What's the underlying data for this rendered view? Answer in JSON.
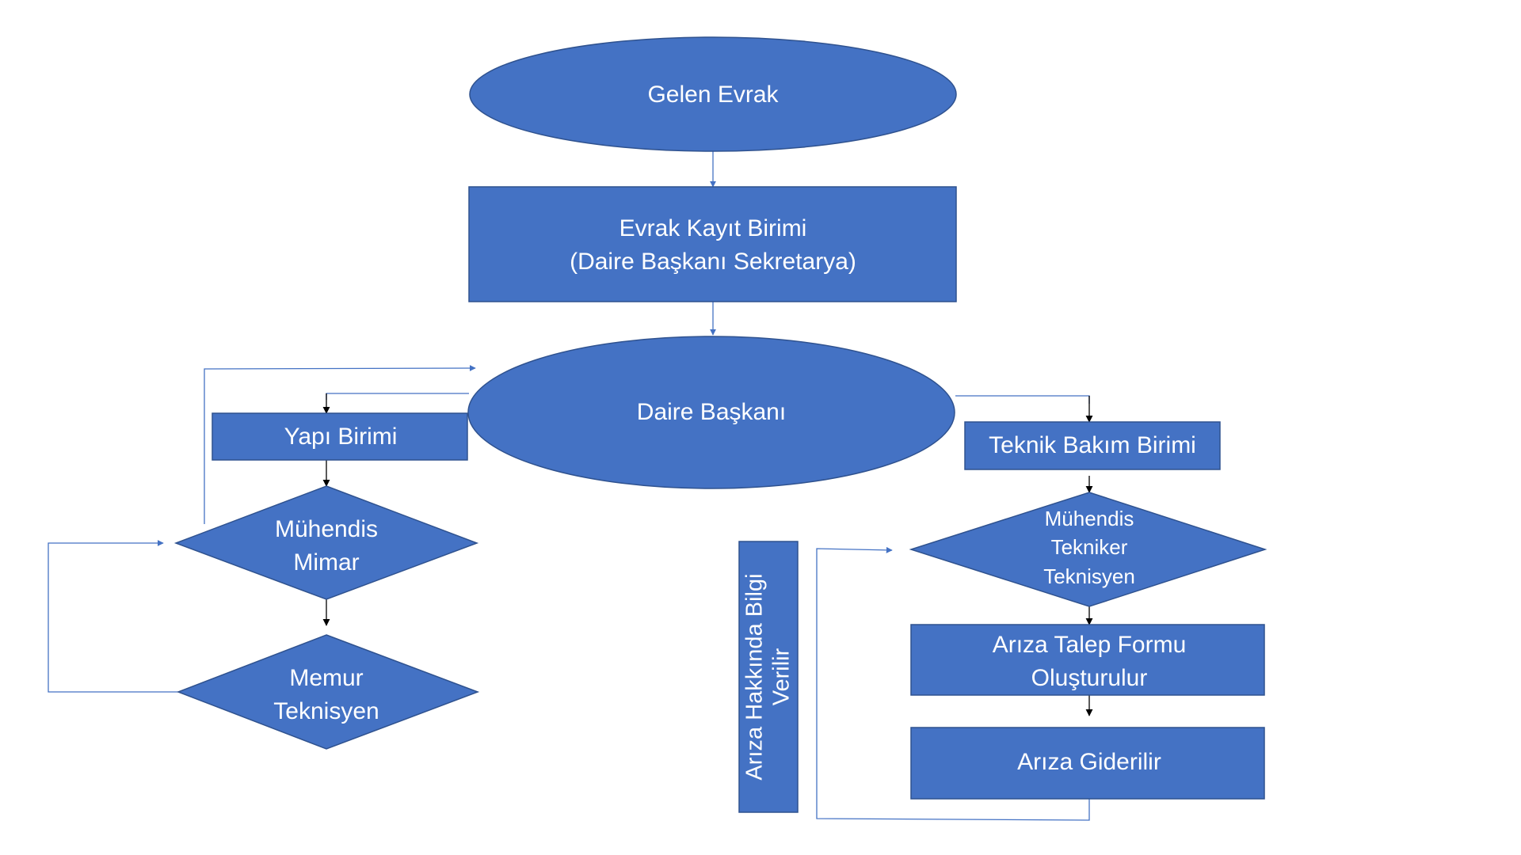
{
  "diagram": {
    "type": "flowchart",
    "colors": {
      "node_fill": "#4472c4",
      "node_border": "#2f528f",
      "label_text": "#ffffff",
      "connector_blue": "#4472c4",
      "connector_black": "#000000"
    },
    "nodes": {
      "gelen_evrak": {
        "shape": "ellipse",
        "lines": [
          "Gelen Evrak"
        ]
      },
      "evrak_kayit": {
        "shape": "rectangle",
        "lines": [
          "Evrak Kayıt Birimi",
          "(Daire Başkanı Sekretarya)"
        ]
      },
      "daire_baskani": {
        "shape": "ellipse",
        "lines": [
          "Daire Başkanı"
        ]
      },
      "yapi_birimi": {
        "shape": "rectangle",
        "lines": [
          "Yapı Birimi"
        ]
      },
      "muhendis_mimar": {
        "shape": "diamond",
        "lines": [
          "Mühendis",
          "Mimar"
        ]
      },
      "memur_teknisyen": {
        "shape": "diamond",
        "lines": [
          "Memur",
          "Teknisyen"
        ]
      },
      "teknik_bakim": {
        "shape": "rectangle",
        "lines": [
          "Teknik Bakım Birimi"
        ]
      },
      "muhendis_tekniker": {
        "shape": "diamond",
        "lines": [
          "Mühendis",
          "Tekniker",
          "Teknisyen"
        ]
      },
      "ariza_talep": {
        "shape": "rectangle",
        "lines": [
          "Arıza Talep Formu",
          "Oluşturulur"
        ]
      },
      "ariza_giderilir": {
        "shape": "rectangle",
        "lines": [
          "Arıza Giderilir"
        ]
      },
      "ariza_bilgi": {
        "shape": "rectangle-vertical",
        "lines": [
          "Arıza Hakkında Bilgi",
          "Verilir"
        ]
      }
    },
    "edges": [
      {
        "from": "gelen_evrak",
        "to": "evrak_kayit",
        "color": "blue"
      },
      {
        "from": "evrak_kayit",
        "to": "daire_baskani",
        "color": "blue"
      },
      {
        "from": "daire_baskani",
        "to": "yapi_birimi",
        "color": "black"
      },
      {
        "from": "daire_baskani",
        "to": "teknik_bakim",
        "color": "black"
      },
      {
        "from": "yapi_birimi",
        "to": "muhendis_mimar",
        "color": "black"
      },
      {
        "from": "muhendis_mimar",
        "to": "memur_teknisyen",
        "color": "black"
      },
      {
        "from": "memur_teknisyen",
        "to": "muhendis_mimar",
        "color": "blue",
        "kind": "loop"
      },
      {
        "from": "muhendis_mimar",
        "to": "daire_baskani",
        "color": "blue",
        "kind": "loop"
      },
      {
        "from": "teknik_bakim",
        "to": "muhendis_tekniker",
        "color": "black"
      },
      {
        "from": "muhendis_tekniker",
        "to": "ariza_talep",
        "color": "black"
      },
      {
        "from": "ariza_talep",
        "to": "ariza_giderilir",
        "color": "black"
      },
      {
        "from": "ariza_giderilir",
        "to": "muhendis_tekniker",
        "color": "blue",
        "kind": "loop"
      }
    ]
  }
}
